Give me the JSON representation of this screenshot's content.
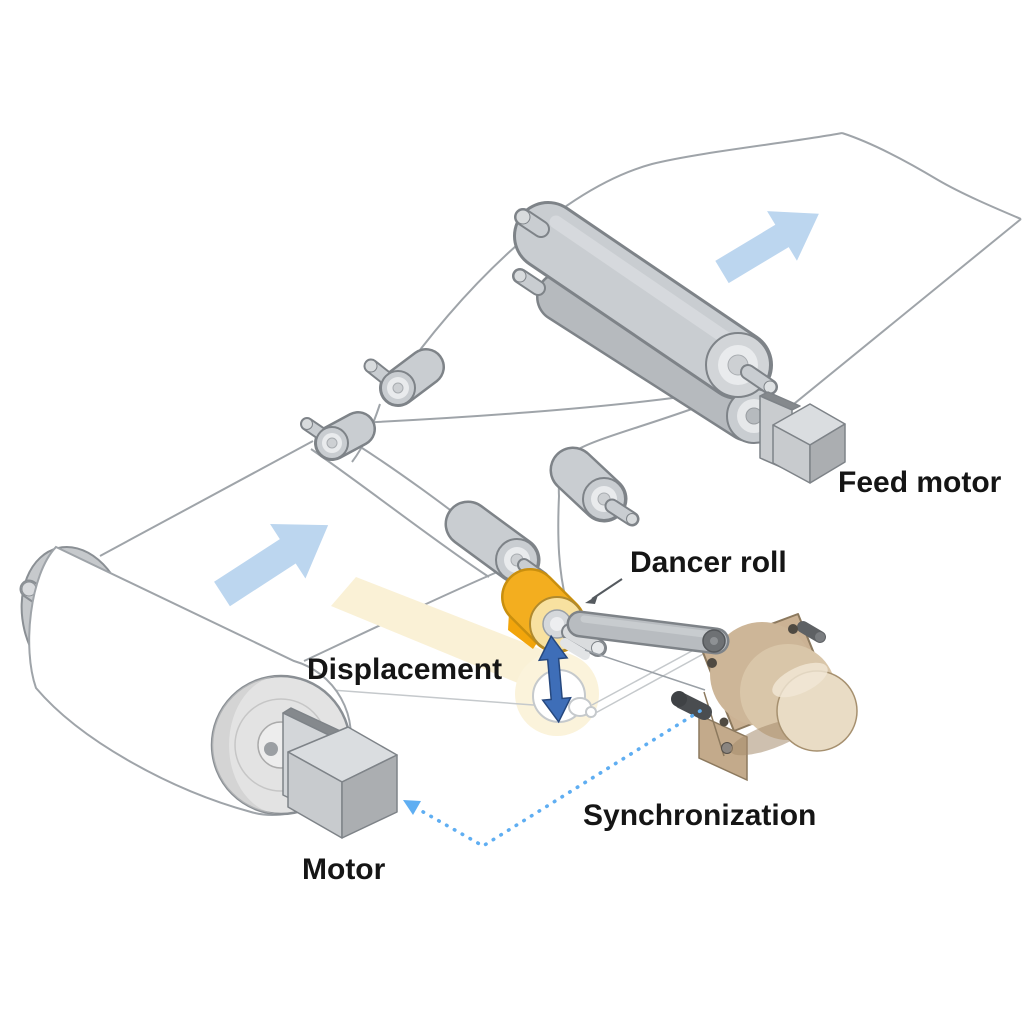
{
  "diagram": {
    "type": "web-tension-dancer-control-illustration",
    "labels": {
      "feed_motor": "Feed motor",
      "dancer_roll": "Dancer roll",
      "displacement": "Displacement",
      "synchronization": "Synchronization",
      "motor": "Motor"
    },
    "annotations": {
      "web_flow_arrows_count": 2,
      "web_flow_direction": "up-right",
      "displacement_arrow": "vertical double-headed arrow at dancer roll",
      "synchronization_arrow": "dotted polyline from dancer pivot device to unwind motor",
      "dancer_pointer": "thin arrow from Dancer roll label to orange roller"
    },
    "colors": {
      "background": "#ffffff",
      "web_outline": "#9fa4a9",
      "roller_gray": "#c9cdd1",
      "roller_dark": "#b6babe",
      "roller_outline": "#7e8388",
      "flow_arrow_blue": "#bcd6ef",
      "dancer_orange": "#f3ae1f",
      "dancer_wedge_orange": "#f2a50b",
      "dancer_range_cream": "#faf1d6",
      "displacement_blue": "#3e6eb8",
      "sync_dotted_blue": "#5faef2",
      "device_beige": "#d8c4a6",
      "label_text": "#151515"
    }
  }
}
